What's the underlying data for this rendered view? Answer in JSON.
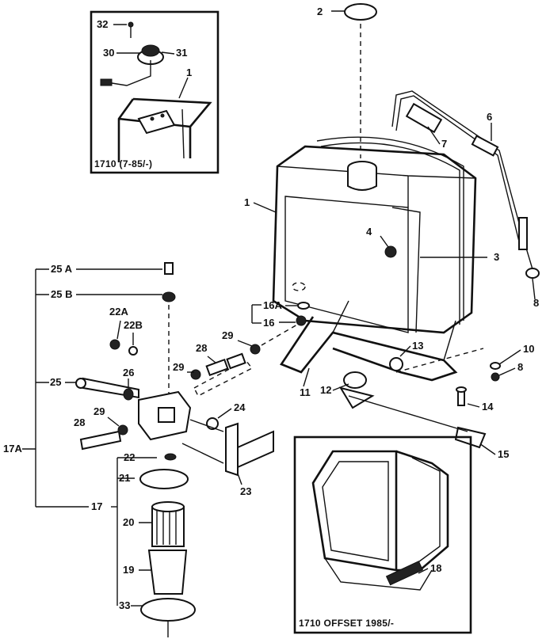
{
  "diagram": {
    "inset_top_caption": "1710 (7-85/-)",
    "inset_bottom_caption": "1710 OFFSET 1985/-",
    "callouts": [
      {
        "id": "c32",
        "text": "32"
      },
      {
        "id": "c30",
        "text": "30"
      },
      {
        "id": "c31",
        "text": "31"
      },
      {
        "id": "c1a",
        "text": "1"
      },
      {
        "id": "c2",
        "text": "2"
      },
      {
        "id": "c6",
        "text": "6"
      },
      {
        "id": "c7",
        "text": "7"
      },
      {
        "id": "c1",
        "text": "1"
      },
      {
        "id": "c4",
        "text": "4"
      },
      {
        "id": "c3",
        "text": "3"
      },
      {
        "id": "c8",
        "text": "8"
      },
      {
        "id": "c25a",
        "text": "25 A"
      },
      {
        "id": "c25b",
        "text": "25 B"
      },
      {
        "id": "c16a",
        "text": "16A"
      },
      {
        "id": "c16",
        "text": "16"
      },
      {
        "id": "c22a",
        "text": "22A"
      },
      {
        "id": "c22b",
        "text": "22B"
      },
      {
        "id": "c29a",
        "text": "29"
      },
      {
        "id": "c28a",
        "text": "28"
      },
      {
        "id": "c13",
        "text": "13"
      },
      {
        "id": "c10",
        "text": "10"
      },
      {
        "id": "c8b",
        "text": "8"
      },
      {
        "id": "c25",
        "text": "25"
      },
      {
        "id": "c26",
        "text": "26"
      },
      {
        "id": "c29b",
        "text": "29"
      },
      {
        "id": "c11",
        "text": "11"
      },
      {
        "id": "c12",
        "text": "12"
      },
      {
        "id": "c14",
        "text": "14"
      },
      {
        "id": "c24",
        "text": "24"
      },
      {
        "id": "c29c",
        "text": "29"
      },
      {
        "id": "c28b",
        "text": "28"
      },
      {
        "id": "c17a",
        "text": "17A"
      },
      {
        "id": "c22",
        "text": "22"
      },
      {
        "id": "c15",
        "text": "15"
      },
      {
        "id": "c21",
        "text": "21"
      },
      {
        "id": "c23",
        "text": "23"
      },
      {
        "id": "c17",
        "text": "17"
      },
      {
        "id": "c20",
        "text": "20"
      },
      {
        "id": "c19",
        "text": "19"
      },
      {
        "id": "c33",
        "text": "33"
      },
      {
        "id": "c18",
        "text": "18"
      }
    ]
  }
}
